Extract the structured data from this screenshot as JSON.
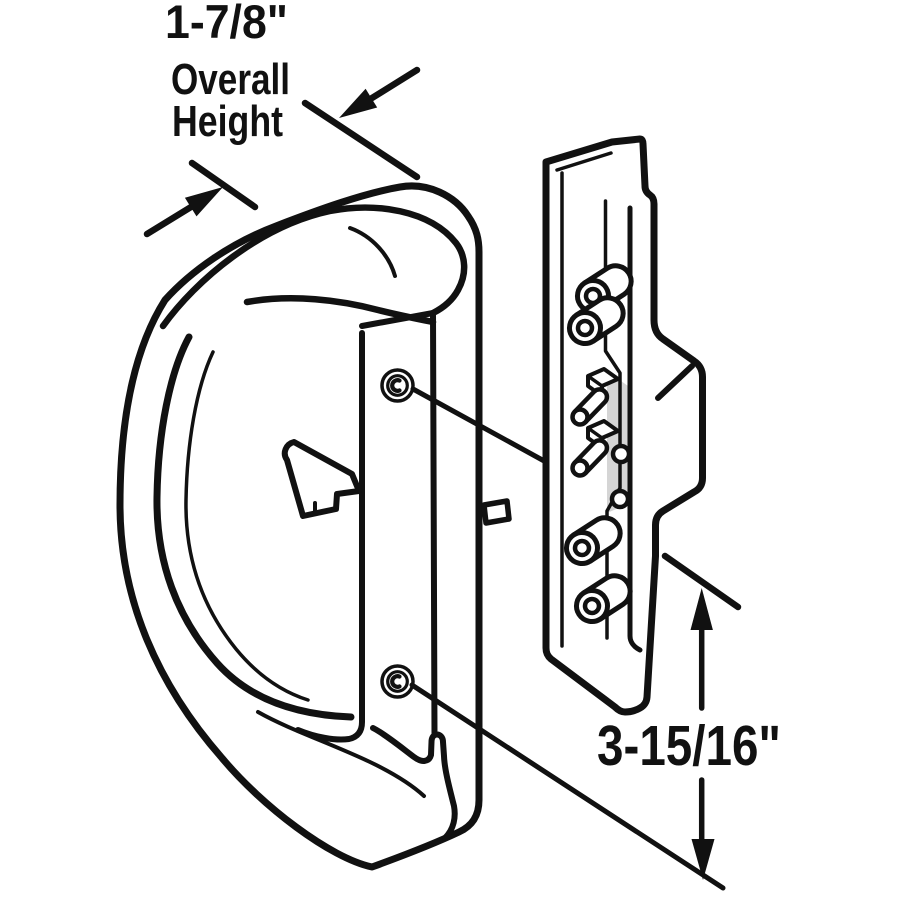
{
  "diagram": {
    "type": "technical-line-drawing",
    "subject": "sliding-door-handle-set-with-latch-plate",
    "line_color": "#111111",
    "background_color": "#ffffff",
    "shading_color": "#d5d5d5",
    "annotations": {
      "overall_height_value": "1-7/8\"",
      "overall_height_label_line1": "Overall",
      "overall_height_label_line2": "Height",
      "hole_spacing_value": "3-15/16\""
    }
  }
}
